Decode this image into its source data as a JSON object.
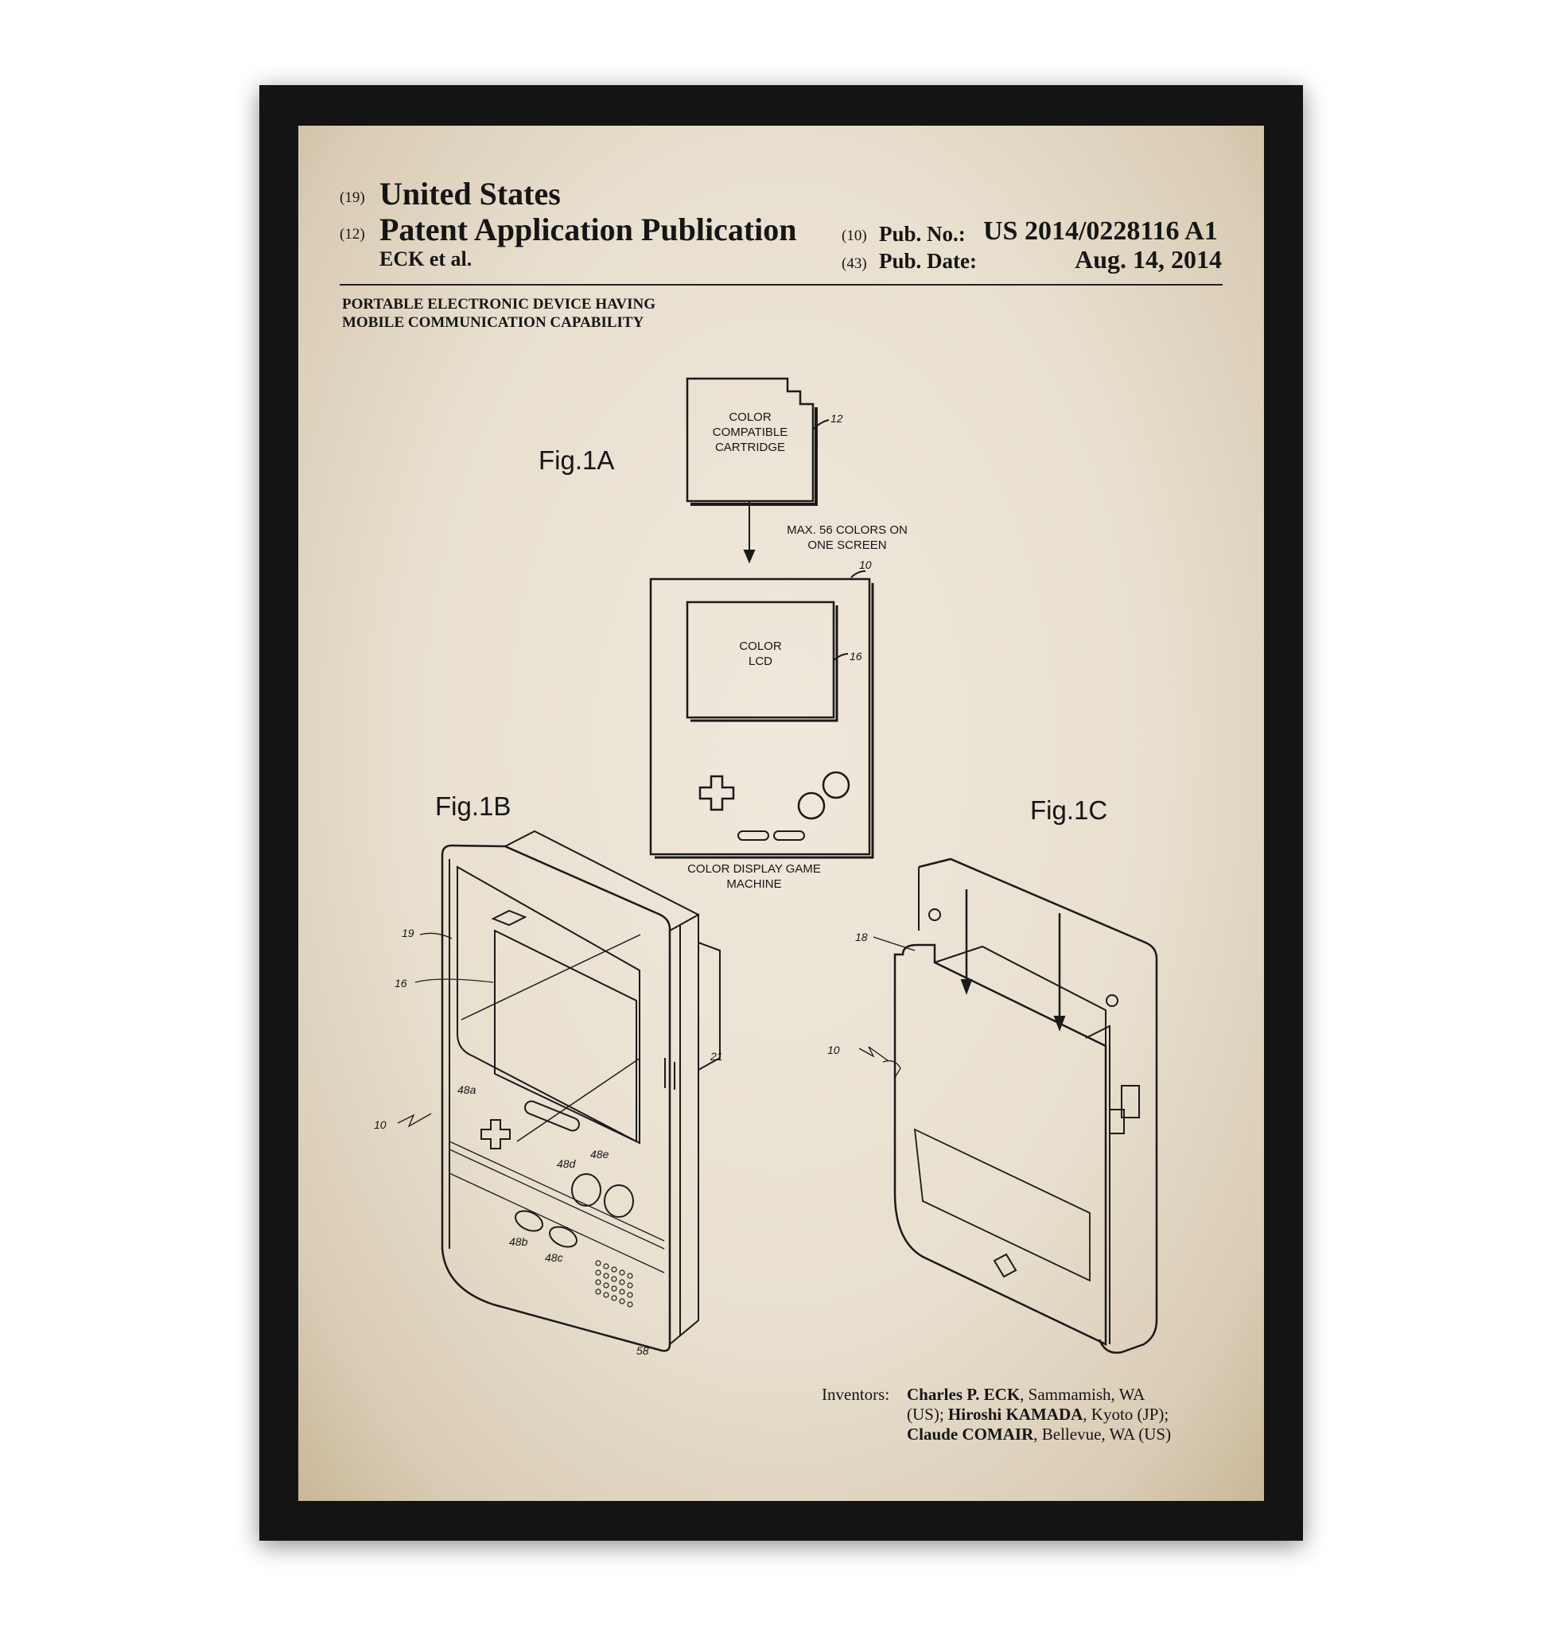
{
  "header": {
    "country_code": "(19)",
    "country": "United States",
    "type_code": "(12)",
    "type": "Patent Application Publication",
    "applicant": "ECK et al.",
    "pub_no_code": "(10)",
    "pub_no_label": "Pub. No.:",
    "pub_no": "US 2014/0228116 A1",
    "pub_date_code": "(43)",
    "pub_date_label": "Pub. Date:",
    "pub_date": "Aug. 14, 2014"
  },
  "title": [
    "PORTABLE ELECTRONIC DEVICE HAVING",
    "MOBILE COMMUNICATION CAPABILITY"
  ],
  "fig1a": {
    "label": "Fig.1A",
    "cartridge_text": [
      "COLOR",
      "COMPATIBLE",
      "CARTRIDGE"
    ],
    "cartridge_ref": "12",
    "arrow_text": [
      "MAX. 56 COLORS ON",
      "ONE SCREEN"
    ],
    "device_ref": "10",
    "lcd_text": [
      "COLOR",
      "LCD"
    ],
    "lcd_ref": "16",
    "caption": [
      "COLOR DISPLAY GAME",
      "MACHINE"
    ]
  },
  "fig1b": {
    "label": "Fig.1B",
    "refs": {
      "r19": "19",
      "r16": "16",
      "r21": "21",
      "r10": "10",
      "r48a": "48a",
      "r48b": "48b",
      "r48c": "48c",
      "r48d": "48d",
      "r48e": "48e",
      "r58": "58"
    }
  },
  "fig1c": {
    "label": "Fig.1C",
    "refs": {
      "r18": "18",
      "r10": "10"
    }
  },
  "inventors": {
    "label": "Inventors:",
    "line1_bold": "Charles P. ECK",
    "line1_rest": ", Sammamish, WA",
    "line2_pre": "(US); ",
    "line2_bold": "Hiroshi KAMADA",
    "line2_rest": ", Kyoto (JP);",
    "line3_bold": "Claude COMAIR",
    "line3_rest": ", Bellevue, WA (US)"
  }
}
